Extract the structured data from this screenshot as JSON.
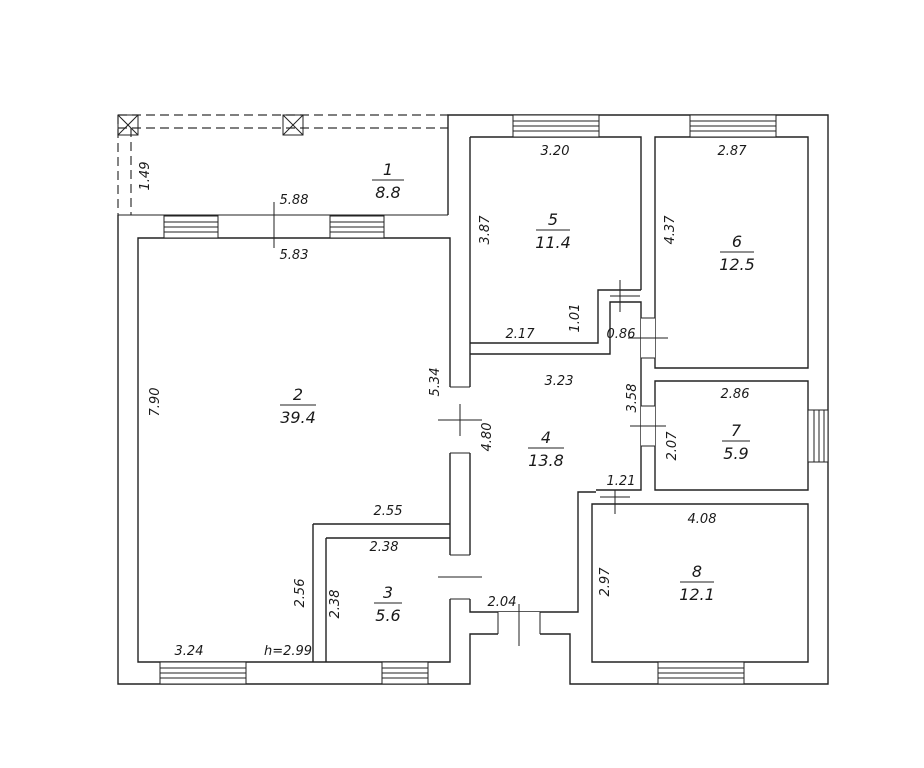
{
  "rooms": [
    {
      "number": "1",
      "area": "8.8"
    },
    {
      "number": "2",
      "area": "39.4"
    },
    {
      "number": "3",
      "area": "5.6"
    },
    {
      "number": "4",
      "area": "13.8"
    },
    {
      "number": "5",
      "area": "11.4"
    },
    {
      "number": "6",
      "area": "12.5"
    },
    {
      "number": "7",
      "area": "5.9"
    },
    {
      "number": "8",
      "area": "12.1"
    }
  ],
  "dimensions": {
    "r1_depth": "1.49",
    "r2_top_outer": "5.88",
    "r2_top_inner": "5.83",
    "r2_height": "7.90",
    "r2_right": "5.34",
    "r2_bottom": "3.24",
    "ceiling_height": "h=2.99",
    "r3_top_outer": "2.55",
    "r3_top_inner": "2.38",
    "r3_side_outer": "2.56",
    "r3_side_inner": "2.38",
    "r5_width": "3.20",
    "r5_height": "3.87",
    "r5_bottom": "2.17",
    "r5_notch": "1.01",
    "r6_width": "2.87",
    "r6_height": "4.37",
    "r4_notch": "0.86",
    "r4_width": "3.23",
    "r4_height": "4.80",
    "r4_right": "3.58",
    "r4_bottom": "2.04",
    "r4_step": "1.21",
    "r7_width": "2.86",
    "r7_height": "2.07",
    "r8_width": "4.08",
    "r8_height": "2.97"
  }
}
